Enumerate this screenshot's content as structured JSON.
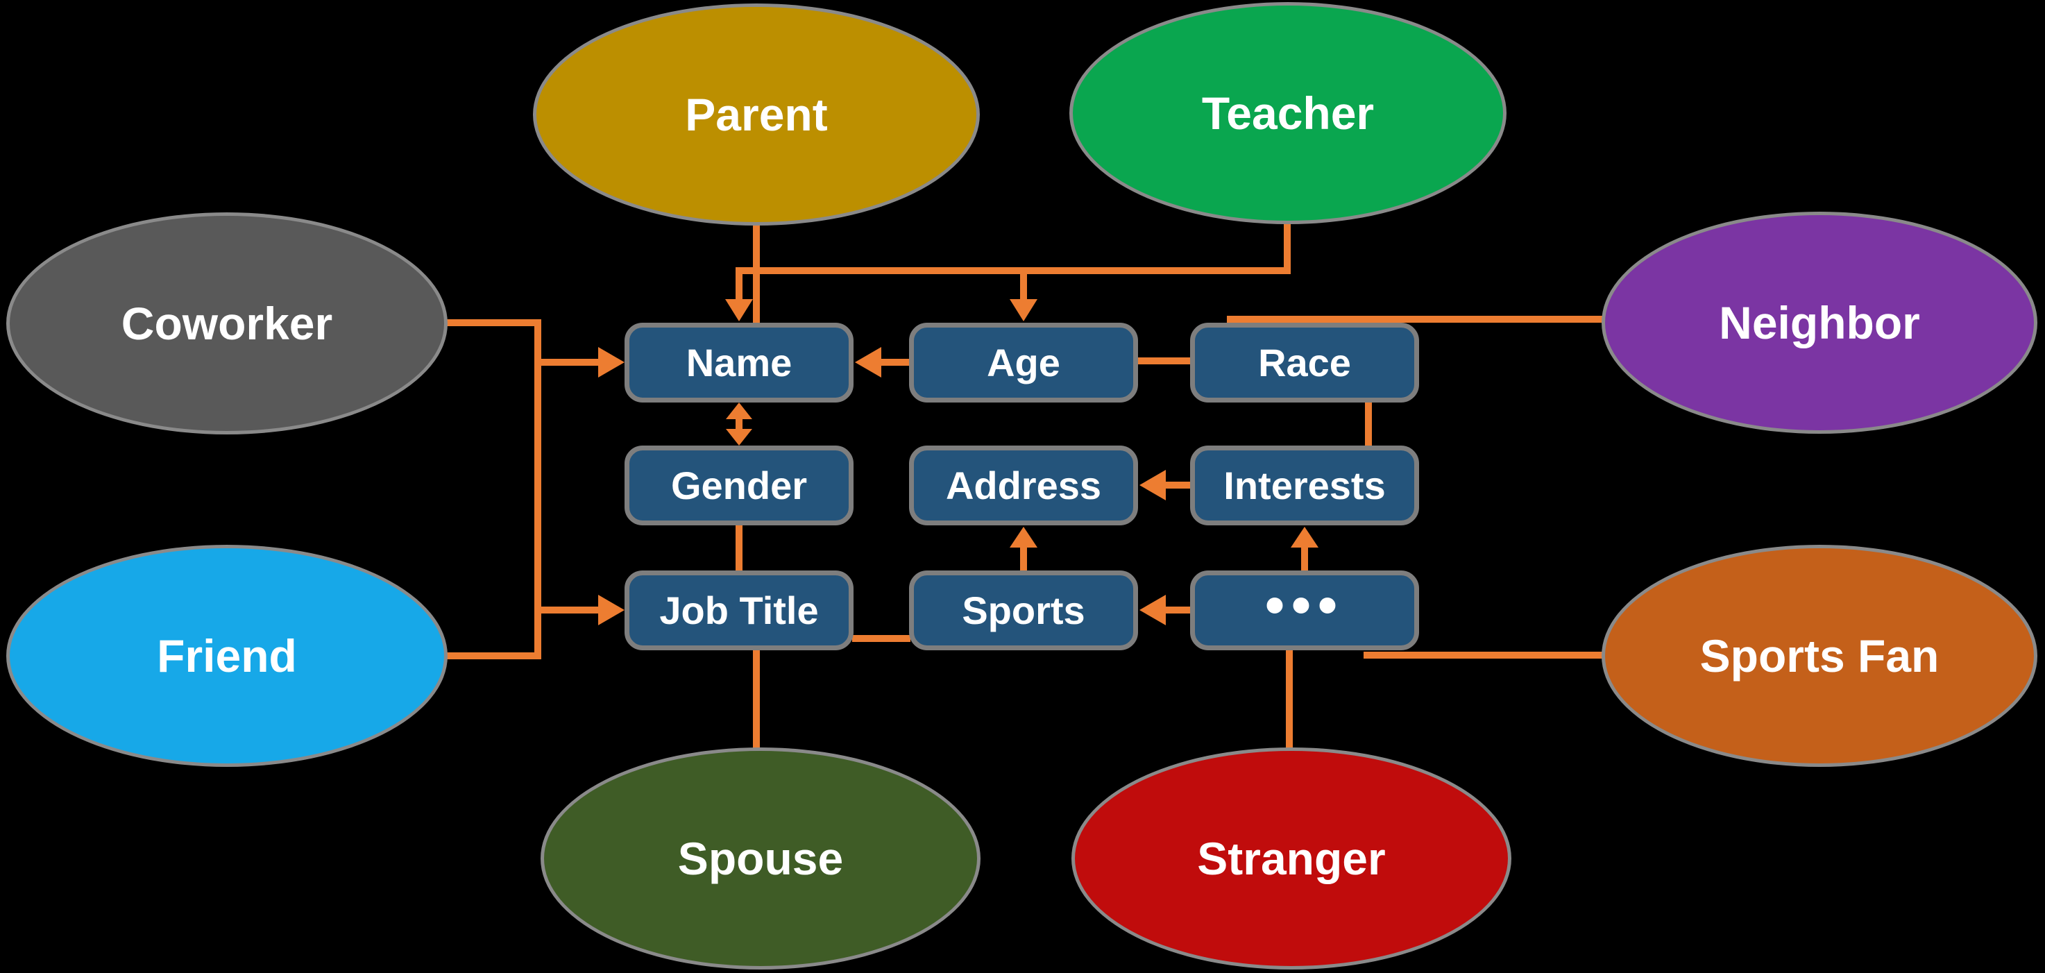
{
  "background_color": "#000000",
  "connector_color": "#ED7D31",
  "node_text_color": "#FFFFFF",
  "box_fill_color": "#24547B",
  "box_border_color": "#7E7E7E",
  "ellipse_border_color": "#8A8A8A",
  "ellipses": [
    {
      "id": "parent",
      "label": "Parent",
      "fill": "#BC8F00"
    },
    {
      "id": "teacher",
      "label": "Teacher",
      "fill": "#0AA64F"
    },
    {
      "id": "coworker",
      "label": "Coworker",
      "fill": "#595959"
    },
    {
      "id": "neighbor",
      "label": "Neighbor",
      "fill": "#7B35A3"
    },
    {
      "id": "friend",
      "label": "Friend",
      "fill": "#17A8E8"
    },
    {
      "id": "sports-fan",
      "label": "Sports Fan",
      "fill": "#C4601A"
    },
    {
      "id": "spouse",
      "label": "Spouse",
      "fill": "#3F5C26"
    },
    {
      "id": "stranger",
      "label": "Stranger",
      "fill": "#C00C0C"
    }
  ],
  "boxes": [
    {
      "id": "name",
      "label": "Name"
    },
    {
      "id": "age",
      "label": "Age"
    },
    {
      "id": "race",
      "label": "Race"
    },
    {
      "id": "gender",
      "label": "Gender"
    },
    {
      "id": "address",
      "label": "Address"
    },
    {
      "id": "interests",
      "label": "Interests"
    },
    {
      "id": "job-title",
      "label": "Job Title"
    },
    {
      "id": "sports",
      "label": "Sports"
    },
    {
      "id": "more",
      "label": "•••"
    }
  ]
}
